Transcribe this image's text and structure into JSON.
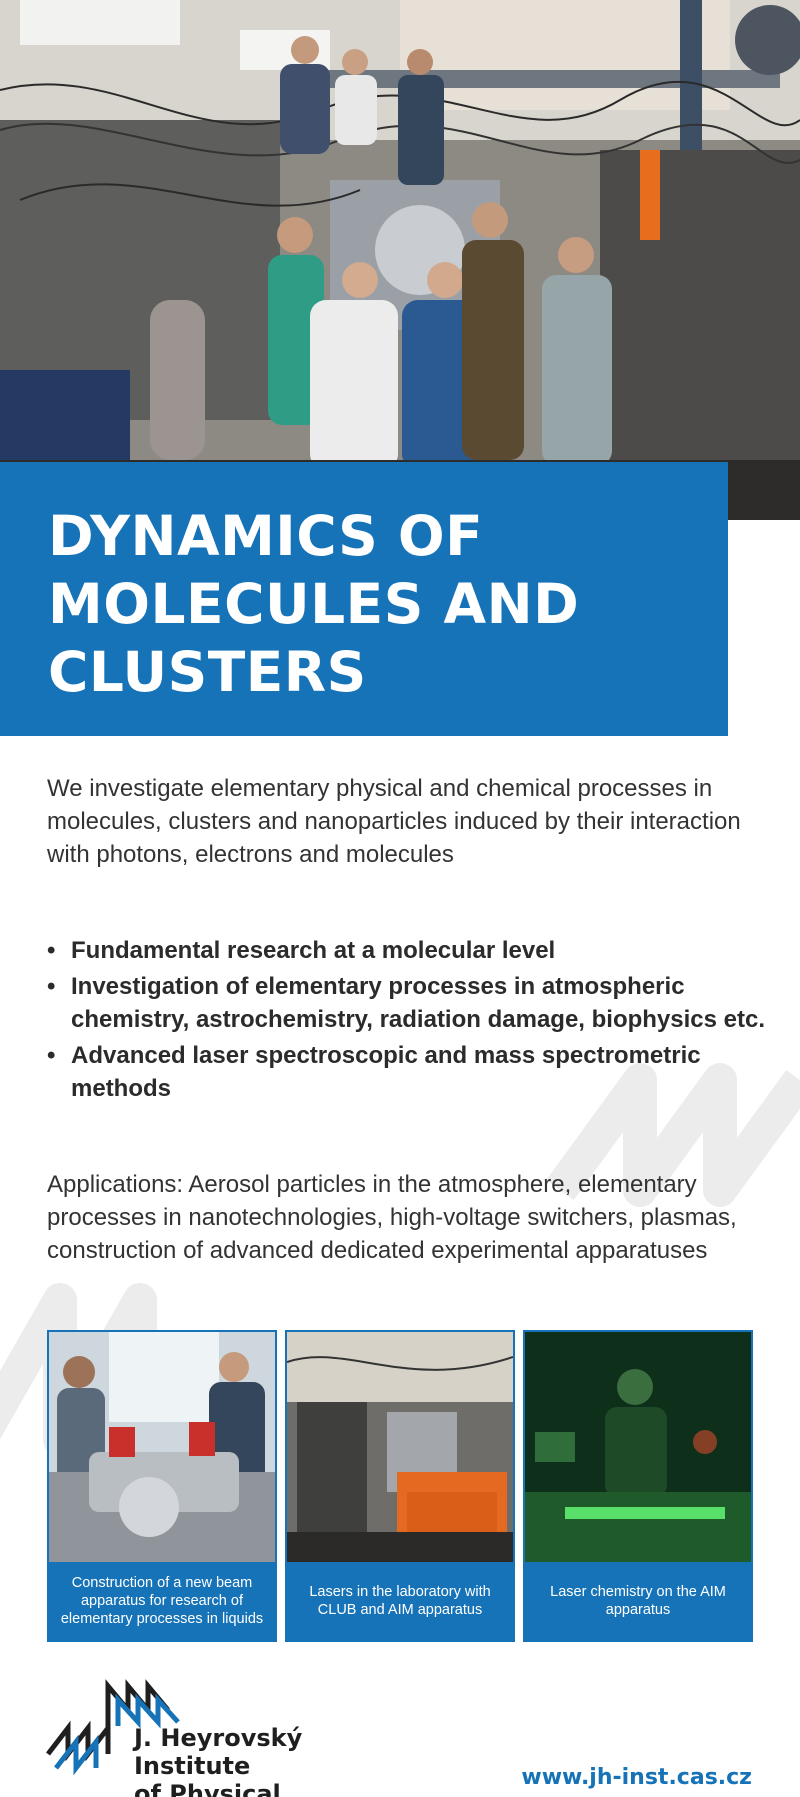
{
  "title": {
    "line1": "DYNAMICS OF",
    "line2": "MOLECULES AND",
    "line3": "CLUSTERS"
  },
  "intro": "We investigate elementary physical and chemical processes in molecules, clusters and nanoparticles induced by their interaction with photons, electrons and molecules",
  "bullets": [
    "Fundamental research at a molecular level",
    "Investigation of elementary processes in atmospheric chemistry, astrochemistry, radiation damage, biophysics etc.",
    "Advanced laser spectroscopic and mass spectrometric methods"
  ],
  "applications": "Applications: Aerosol particles in the atmosphere, elementary processes in nanotechnologies, high-voltage switchers, plasmas, construction of advanced dedicated experimental apparatuses",
  "cards": [
    {
      "caption": "Construction of a new beam apparatus for research of elementary processes in liquids"
    },
    {
      "caption": "Lasers in the laboratory with CLUB and AIM apparatus"
    },
    {
      "caption": "Laser chemistry on the AIM apparatus"
    }
  ],
  "footer": {
    "institute_line1": "J. Heyrovský Institute",
    "institute_line2": "of Physical Chemistry",
    "url": "www.jh-inst.cas.cz"
  },
  "colors": {
    "brand_blue": "#1673b8",
    "text": "#333333"
  }
}
